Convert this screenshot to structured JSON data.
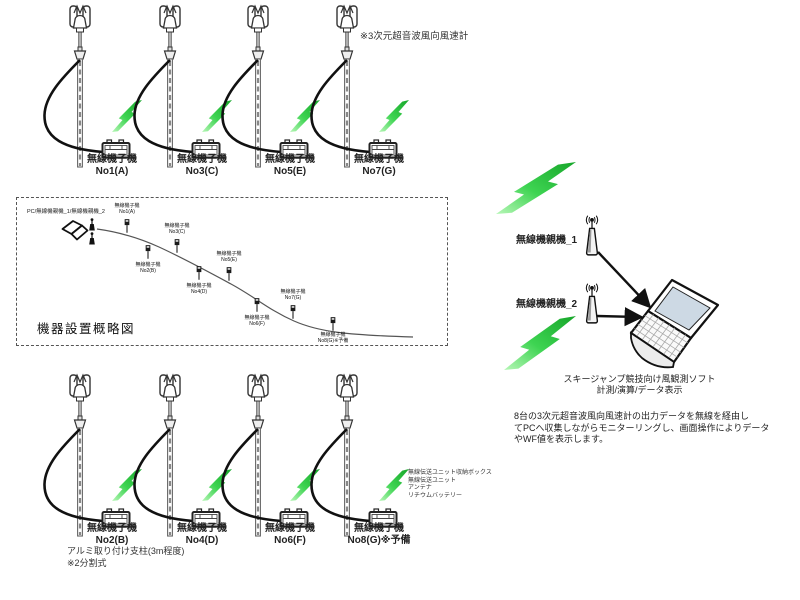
{
  "note_top": "※3次元超音波風向風速計",
  "top_row": {
    "units": [
      {
        "title": "無線機子機",
        "no": "No1(A)"
      },
      {
        "title": "無線機子機",
        "no": "No3(C)"
      },
      {
        "title": "無線機子機",
        "no": "No5(E)"
      },
      {
        "title": "無線機子機",
        "no": "No7(G)"
      }
    ]
  },
  "bottom_row": {
    "units": [
      {
        "title": "無線機子機",
        "no": "No2(B)"
      },
      {
        "title": "無線機子機",
        "no": "No4(D)"
      },
      {
        "title": "無線機子機",
        "no": "No6(F)"
      },
      {
        "title": "無線機子機",
        "no": "No8(G)※予備"
      }
    ],
    "pole_note_line1": "アルミ取り付け支柱(3m程度)",
    "pole_note_line2": "※2分割式",
    "unit_parts_note": [
      "無線伝送ユニット収納ボックス",
      "無線伝送ユニット",
      "アンテナ",
      "リチウムバッテリー"
    ]
  },
  "schematic": {
    "title": "機器設置概略図",
    "pc_label": "PC/無線機親機_1/無線機親機_2",
    "markers": [
      {
        "line1": "無線機子機",
        "line2": "No1(A)"
      },
      {
        "line1": "無線機子機",
        "line2": "No2(B)"
      },
      {
        "line1": "無線機子機",
        "line2": "No3(C)"
      },
      {
        "line1": "無線機子機",
        "line2": "No4(D)"
      },
      {
        "line1": "無線機子機",
        "line2": "No5(E)"
      },
      {
        "line1": "無線機子機",
        "line2": "No6(F)"
      },
      {
        "line1": "無線機子機",
        "line2": "No7(G)"
      },
      {
        "line1": "無線機子機",
        "line2": "No8(G)※予備"
      }
    ]
  },
  "receiver": {
    "parent1_label": "無線機親機_1",
    "parent2_label": "無線機親機_2",
    "caption_line1": "スキージャンプ競技向け風観測ソフト",
    "caption_line2": "計測/演算/データ表示",
    "description_lines": [
      "8台の3次元超音波風向風速計の出力データを無線を経由し",
      "てPCへ収集しながらモニターリングし、画面操作によりデータ",
      "やWF値を表示します。"
    ]
  },
  "colors": {
    "bolt_green_light": "#b7f7b7",
    "bolt_green_mid": "#3ed452",
    "bolt_green_dark": "#17a62a",
    "line_dark": "#1c1c1c",
    "screen_blue": "#cdd9e4"
  }
}
